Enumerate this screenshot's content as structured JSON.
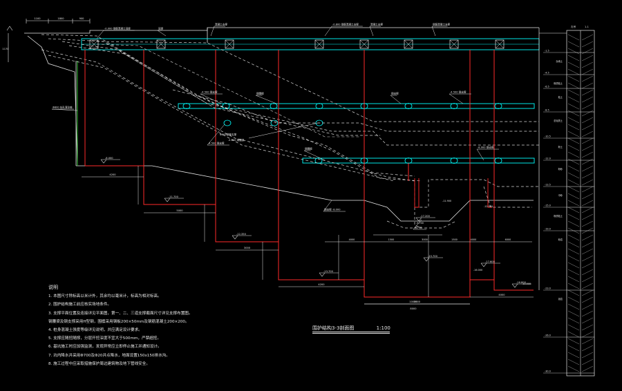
{
  "drawing": {
    "title": "围护结构3-3剖面图",
    "scale": "1:100",
    "colors": {
      "background": "#000000",
      "piles": "#ff2a2a",
      "struts": "#00ffff",
      "white_lines": "#e8e8e8",
      "green_line": "#33cc33",
      "dashed": "#d8d8d8"
    }
  },
  "notes": {
    "header": "说明",
    "items": [
      "1. 本图尺寸除标高以米计外，其余均以毫米计，标高为相对标高。",
      "2. 围护结构施工前应核实场地条件。",
      "3. 支撑平面位置及连接详见平面图，第一、二、三道支撑截面尺寸详见支撑布置图。",
      "   钢腰梁及钢支撑采用H型钢，围檩采用钢板200×50mm及钢筋混凝土200×200。",
      "4. 桩身混凝土强度等级详见说明，并应满足设计要求。",
      "5. 支撑应随挖随撑，分层开挖深度不宜大于500mm，严禁超挖。",
      "6. 基坑施工时应加强监测，发现异常应立即停止施工并通知设计。",
      "7. 坑内降水井采用Φ700及Φ20井点降水，地面设置150x150排水沟。",
      "8. 施工过程中应采取措施保护周边建筑物及地下管线安全。"
    ]
  },
  "labels": {
    "top_dims": [
      "1100",
      "1800",
      "900"
    ],
    "left_dim": "1170",
    "top_callouts": [
      "-0.000 钢筋混凝土冠梁",
      "冠梁",
      "混凝土支撑",
      "-0.800 钢筋混凝土支撑",
      "混凝土支撑",
      "钢筋混凝土支撑"
    ],
    "strut_callouts": [
      "-4.500 钢支撑",
      "钢围檩",
      "钢支撑",
      "-4.500 钢支撑"
    ],
    "lower_callouts": [
      "钢围檩",
      "-8.000 钢支撑"
    ],
    "left_callouts": [
      "Φ800 钻孔灌注桩",
      "-4.500 钢支撑",
      "Φ609 钢管支撑"
    ],
    "mid_callouts": [
      "Φ609钢管支撑",
      "-4.600 钢腰梁",
      "钢支撑 -8.000",
      "-9.700"
    ],
    "pile_tips": [
      "-8.000",
      "-11.700",
      "-12.350",
      "-13.700",
      "-15.700",
      "-17.600",
      "-16.800",
      "-17.200"
    ],
    "dims_step": [
      "4200",
      "5000",
      "3000",
      "4200",
      "3500",
      "4000"
    ],
    "bottom_dims": [
      "4000",
      "1500",
      "3000",
      "1500",
      "4000",
      "6000"
    ],
    "pit_callouts": [
      "-9.700",
      "-12.900",
      "-11.900"
    ],
    "right_callouts": [
      "-10.500",
      "-16.000"
    ],
    "bottom_labels": [
      "10000",
      "8000"
    ],
    "right_col_levels": [
      "-1.5",
      "-4.5",
      "-6.5",
      "-8.5",
      "-10.5",
      "-12.0",
      "-13.5",
      "-15.0",
      "-19.0",
      "-23.0",
      "-26.0",
      "-30.0"
    ],
    "right_col_soil": [
      "杂填土",
      "粉质粘土",
      "粘土",
      "淤泥质土",
      "粉土",
      "粉砂",
      "中砂",
      "粉质粘土",
      "砂岩",
      "泥岩"
    ],
    "right_header": [
      "孔号",
      "1-1"
    ]
  }
}
